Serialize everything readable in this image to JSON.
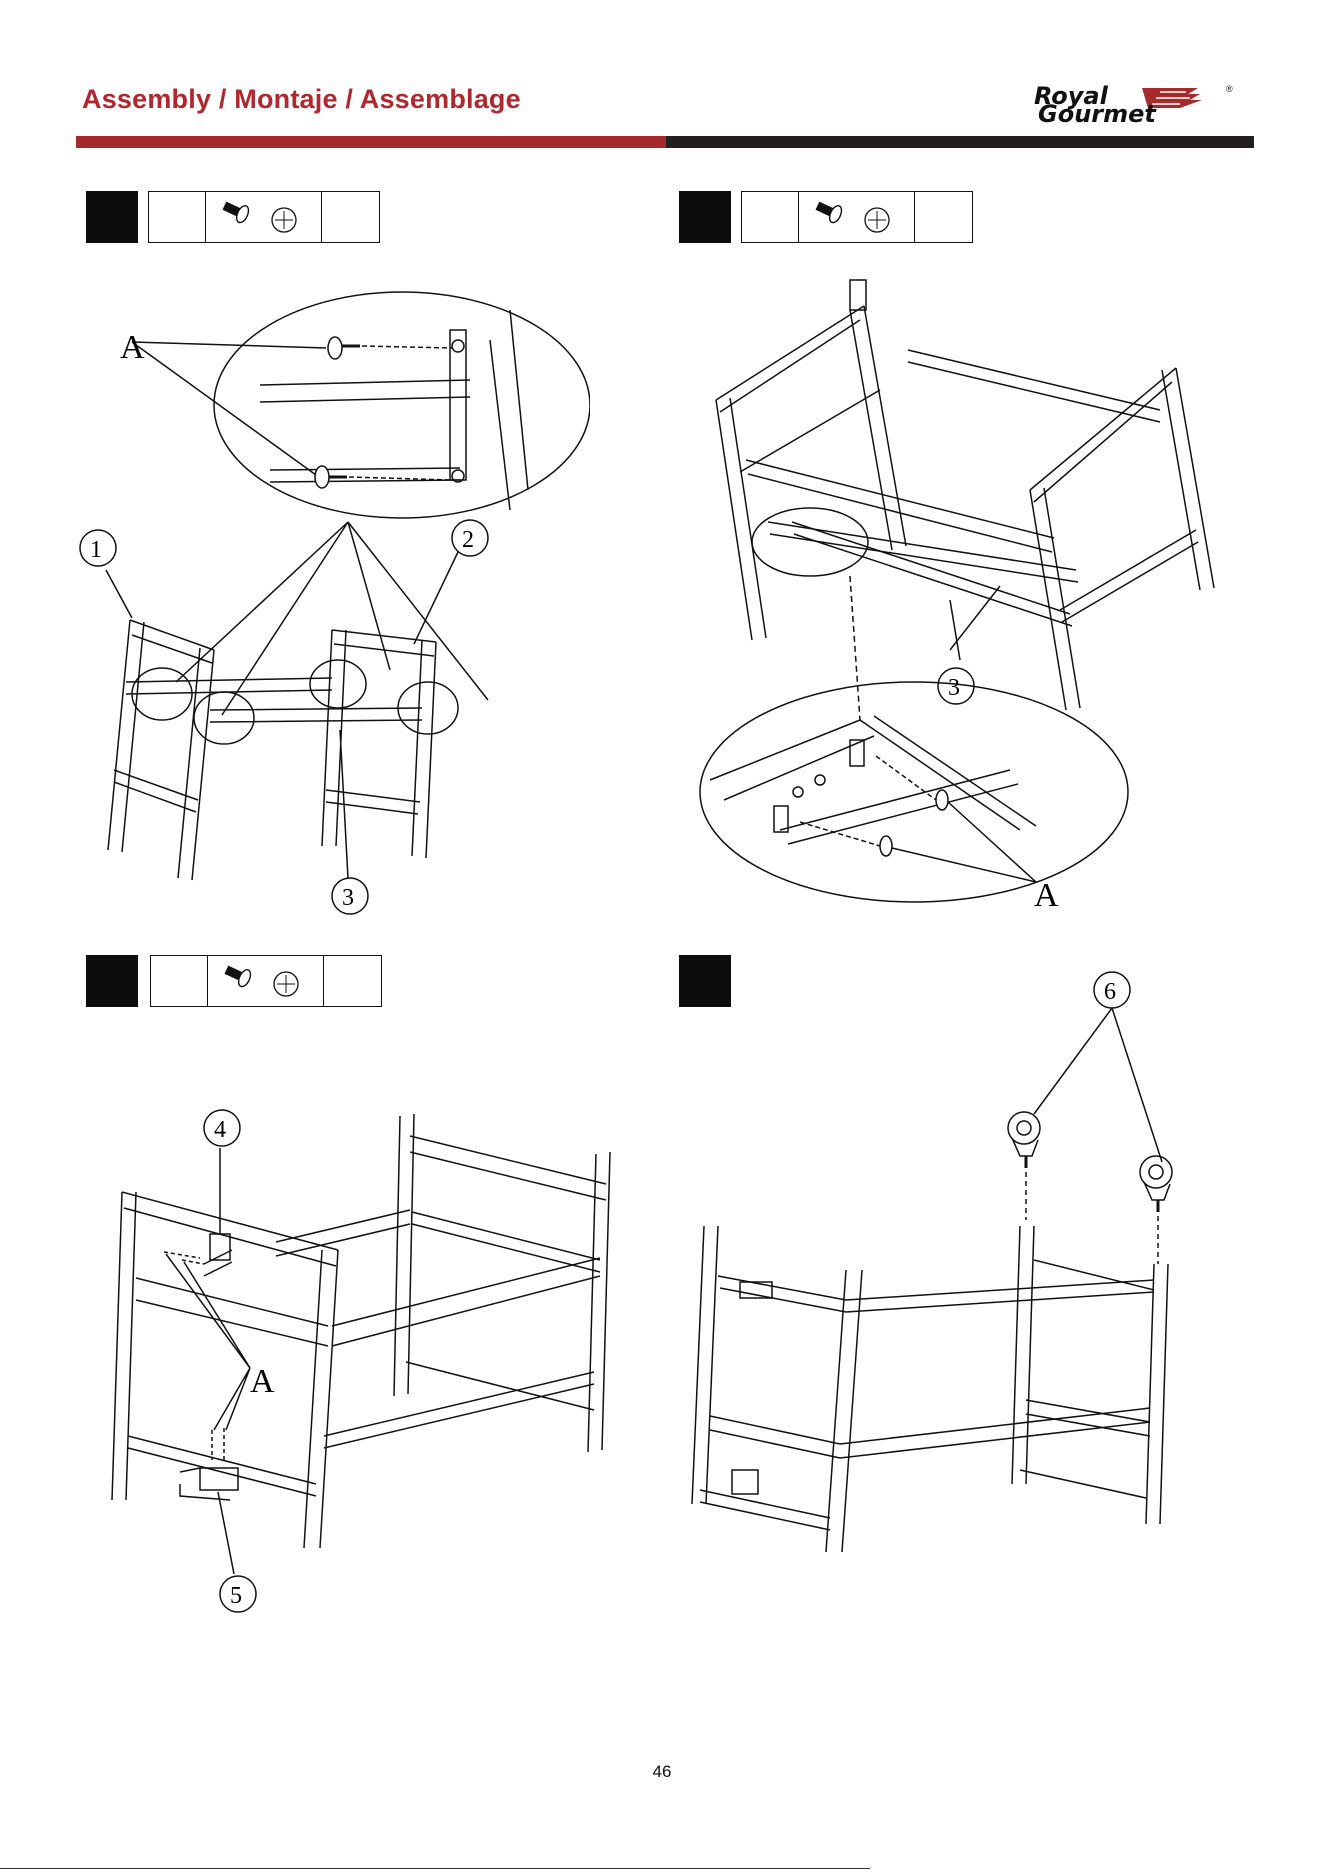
{
  "header": {
    "title": "Assembly / Montaje / Assemblage",
    "logo_line1": "Royal",
    "logo_line2": "Gourmet",
    "logo_mark": "®"
  },
  "steps": [
    {
      "hardware_icon": "screw-and-washer-icon",
      "callouts": [
        "A",
        "1",
        "2",
        "3"
      ]
    },
    {
      "hardware_icon": "screw-and-washer-icon",
      "callouts": [
        "3",
        "A"
      ]
    },
    {
      "hardware_icon": "screw-and-washer-icon",
      "callouts": [
        "4",
        "A",
        "5"
      ]
    },
    {
      "hardware_icon": "",
      "callouts": [
        "6"
      ]
    }
  ],
  "footer": {
    "page_number": "46"
  },
  "colors": {
    "brand_red": "#a42a2c",
    "dark_bar": "#231f20",
    "title_red": "#b0272d"
  }
}
